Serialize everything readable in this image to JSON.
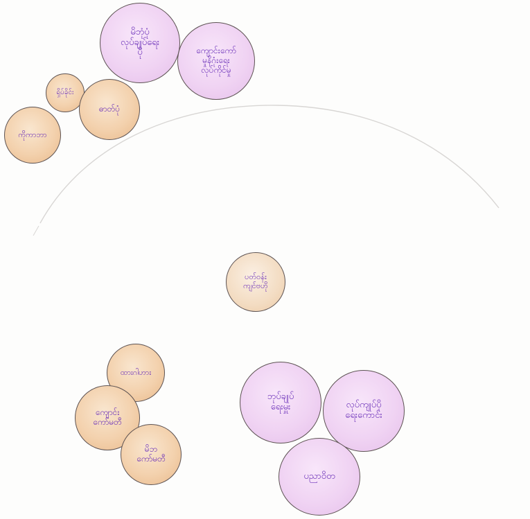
{
  "diagram": {
    "center": {
      "label": "ပတ်ဝန်း\nကျင်ဗဟို",
      "group": "center"
    },
    "clusters": [
      {
        "name": "top-left",
        "nodes": [
          {
            "label": "မိဘုံပုံ\nလုပ်ချုပ်ရေး\nပို",
            "group": "purple"
          },
          {
            "label": "ကျောင်းကော်\nမှုနိဂုံးရေး\nလုပ်ကိုင်မှု",
            "group": "purple"
          },
          {
            "label": "ရှိပ်ခိုင်း",
            "group": "orange"
          },
          {
            "label": "ဓာတ်ပုံ",
            "group": "orange"
          },
          {
            "label": "ကိုကာဘာ",
            "group": "orange"
          }
        ]
      },
      {
        "name": "bottom-left",
        "nodes": [
          {
            "label": "ထားဂါဟား",
            "group": "orange"
          },
          {
            "label": "ကျောင်း\nကော်မတီ",
            "group": "orange"
          },
          {
            "label": "မိဘ\nကော်မတီ",
            "group": "orange"
          }
        ]
      },
      {
        "name": "bottom-right",
        "nodes": [
          {
            "label": "ဘုပ်ချုပ်\nရေးမှူး",
            "group": "purple"
          },
          {
            "label": "လုပ်ကျုပ်ပို\nရေးကောင်း",
            "group": "purple"
          },
          {
            "label": "ပညာဝိတ",
            "group": "purple"
          }
        ]
      }
    ]
  },
  "colors": {
    "orange_fill": "#f3d1ad",
    "purple_fill": "#f0d3f3",
    "ink": "#6a2fb8",
    "outline": "#5c5252",
    "arc": "#d8d6d4"
  }
}
